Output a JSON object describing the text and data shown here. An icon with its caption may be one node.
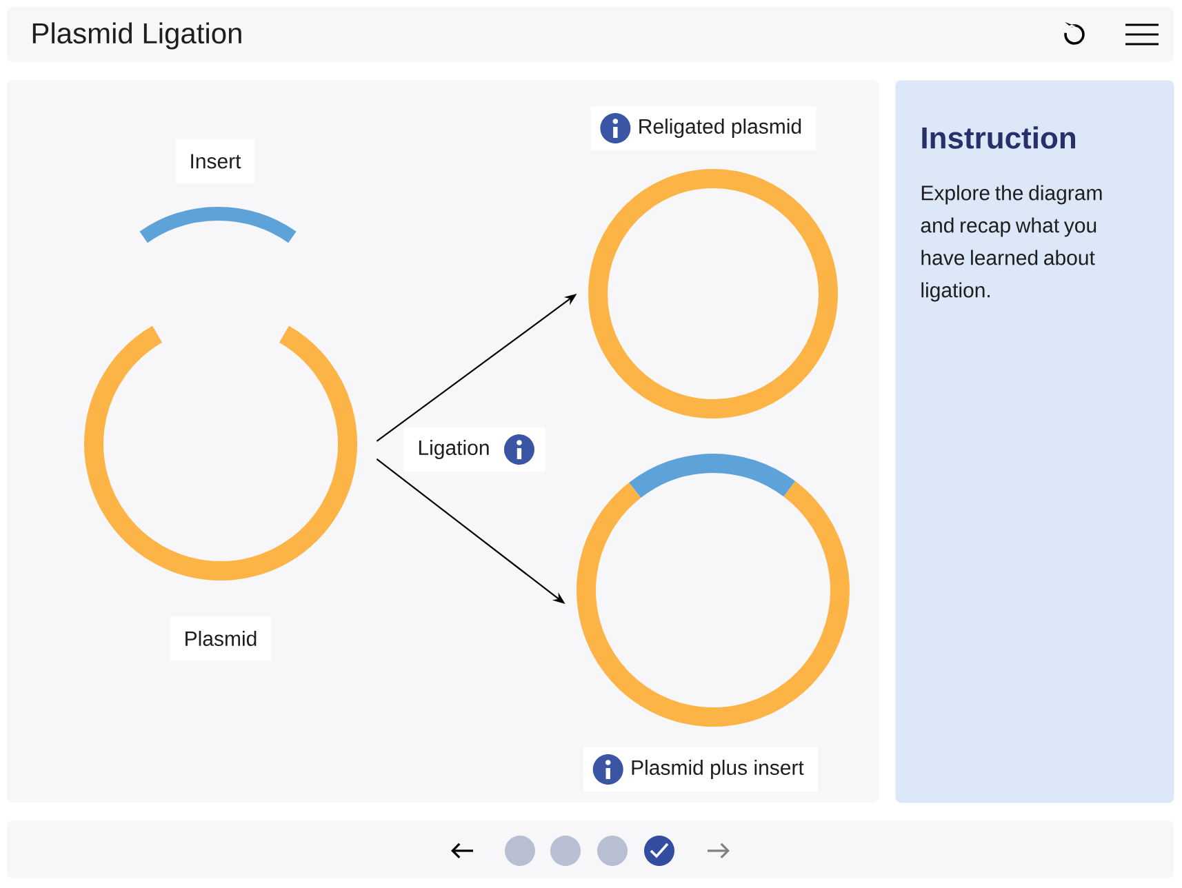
{
  "diagram": {
    "title": "Plasmid Ligation",
    "nodes": [
      {
        "text": [
          "Insert"
        ]
      },
      {
        "text": [],
        "shape": "circle"
      },
      {
        "text": [
          "Plasmid"
        ]
      },
      {
        "text": [
          "Ligation"
        ]
      },
      {
        "text": [
          "Religated plasmid"
        ]
      },
      {
        "text": [],
        "shape": "circle"
      },
      {
        "text": [],
        "shape": "circle"
      },
      {
        "text": [
          "Plasmid plus insert"
        ]
      },
      {
        "text": [
          "Instruction",
          "Explore the diagram and recap what you have learned about ligation."
        ]
      }
    ],
    "edges": [
      {
        "from": 1,
        "to": 5,
        "arrow": "to"
      },
      {
        "from": 1,
        "to": 6,
        "arrow": "to"
      }
    ]
  }
}
